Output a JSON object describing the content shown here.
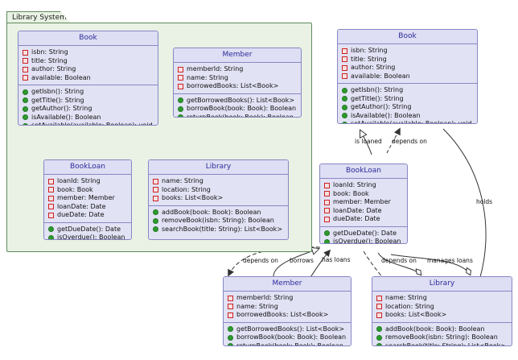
{
  "diagram": {
    "type": "uml-class-diagram",
    "background": "#ffffff",
    "colors": {
      "package_fill": "#E9F2E4",
      "package_border": "#5F8A5F",
      "class_fill": "#E2E2F5",
      "class_header_fill": "#DEDEF4",
      "class_border": "#8787C4",
      "class_title_text": "#2B2B9B",
      "attribute_icon": "#CC2222",
      "method_icon": "#2E9B2E",
      "edge_line": "#333333"
    }
  },
  "package": {
    "name": "Library System"
  },
  "classes": {
    "book_pkg": {
      "name": "Book",
      "attributes": [
        "isbn: String",
        "title: String",
        "author: String",
        "available: Boolean"
      ],
      "methods": [
        "getIsbn(): String",
        "getTitle(): String",
        "getAuthor(): String",
        "isAvailable(): Boolean",
        "setAvailable(available: Boolean): void"
      ]
    },
    "member_pkg": {
      "name": "Member",
      "attributes": [
        "memberId: String",
        "name: String",
        "borrowedBooks: List<Book>"
      ],
      "methods": [
        "getBorrowedBooks(): List<Book>",
        "borrowBook(book: Book): Boolean",
        "returnBook(book: Book): Boolean"
      ]
    },
    "bookloan_pkg": {
      "name": "BookLoan",
      "attributes": [
        "loanId: String",
        "book: Book",
        "member: Member",
        "loanDate: Date",
        "dueDate: Date"
      ],
      "methods": [
        "getDueDate(): Date",
        "isOverdue(): Boolean"
      ]
    },
    "library_pkg": {
      "name": "Library",
      "attributes": [
        "name: String",
        "location: String",
        "books: List<Book>"
      ],
      "methods": [
        "addBook(book: Book): Boolean",
        "removeBook(isbn: String): Boolean",
        "searchBook(title: String): List<Book>"
      ]
    },
    "book_right": {
      "name": "Book",
      "attributes": [
        "isbn: String",
        "title: String",
        "author: String",
        "available: Boolean"
      ],
      "methods": [
        "getIsbn(): String",
        "getTitle(): String",
        "getAuthor(): String",
        "isAvailable(): Boolean",
        "setAvailable(available: Boolean): void"
      ]
    },
    "bookloan_right": {
      "name": "BookLoan",
      "attributes": [
        "loanId: String",
        "book: Book",
        "member: Member",
        "loanDate: Date",
        "dueDate: Date"
      ],
      "methods": [
        "getDueDate(): Date",
        "isOverdue(): Boolean"
      ]
    },
    "member_bottom": {
      "name": "Member",
      "attributes": [
        "memberId: String",
        "name: String",
        "borrowedBooks: List<Book>"
      ],
      "methods": [
        "getBorrowedBooks(): List<Book>",
        "borrowBook(book: Book): Boolean",
        "returnBook(book: Book): Boolean"
      ]
    },
    "library_bottom": {
      "name": "Library",
      "attributes": [
        "name: String",
        "location: String",
        "books: List<Book>"
      ],
      "methods": [
        "addBook(book: Book): Boolean",
        "removeBook(isbn: String): Boolean",
        "searchBook(title: String): List<Book>"
      ]
    }
  },
  "relationships": [
    {
      "label": "is loaned",
      "from": "bookloan_right",
      "to": "book_right",
      "kind": "generalization-triangle"
    },
    {
      "label": "depends on",
      "from": "bookloan_right",
      "to": "book_right",
      "kind": "dependency-dashed"
    },
    {
      "label": "holds",
      "from": "library_bottom",
      "to": "book_right",
      "kind": "association"
    },
    {
      "label": "depends on",
      "from": "member_bottom",
      "to": "bookloan_pkg",
      "kind": "dependency-dashed"
    },
    {
      "label": "borrows",
      "from": "member_bottom",
      "to": "bookloan_right",
      "kind": "association"
    },
    {
      "label": "has loans",
      "from": "member_bottom",
      "to": "bookloan_right",
      "kind": "association"
    },
    {
      "label": "depends on",
      "from": "library_bottom",
      "to": "bookloan_right",
      "kind": "dependency-dashed"
    },
    {
      "label": "manages loans",
      "from": "library_bottom",
      "to": "bookloan_right",
      "kind": "aggregation-diamond"
    }
  ],
  "edge_labels": {
    "is_loaned": "is loaned",
    "depends_on_top": "depends on",
    "holds": "holds",
    "depends_on_left": "depends on",
    "borrows": "borrows",
    "has_loans": "has loans",
    "depends_on_right": "depends on",
    "manages_loans": "manages loans"
  }
}
